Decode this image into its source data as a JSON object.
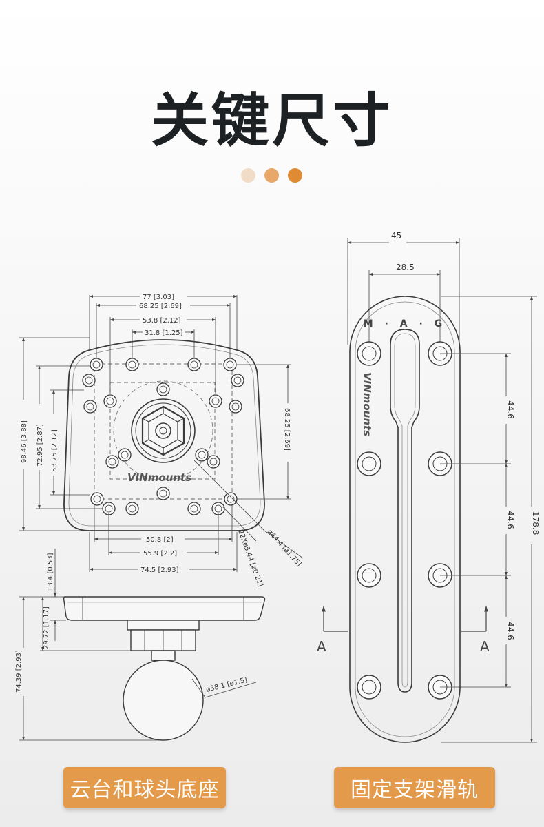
{
  "title": "关键尺寸",
  "dots": [
    {
      "color": "#f1dcc8"
    },
    {
      "color": "#e8a86a"
    },
    {
      "color": "#de8b33"
    }
  ],
  "left_drawing": {
    "dims": {
      "w77": "77 [3.03]",
      "w68": "68.25 [2.69]",
      "w53": "53.8 [2.12]",
      "w31": "31.8 [1.25]",
      "h98": "98.46 [3.88]",
      "h72": "72.95 [2.87]",
      "h53": "53.75 [2.12]",
      "h68": "68.25 [2.69]",
      "w50": "50.8 [2]",
      "w55": "55.9 [2.2]",
      "w74": "74.5 [2.93]",
      "d44": "ø44.4 [ø1.75]",
      "d22": "22Xø5.44 [ø0.21]",
      "h13": "13.4 [0.53]",
      "h29": "29.72 [1.17]",
      "h74": "74.39 [2.93]",
      "d38": "ø38.1 [ø1.5]"
    },
    "logo": "VINmounts"
  },
  "right_drawing": {
    "dims": {
      "w45": "45",
      "w28": "28.5",
      "p1": "44.6",
      "p2": "44.6",
      "p3": "44.6",
      "total": "178.8",
      "sec_left": "A",
      "sec_right": "A"
    },
    "top_text": "M · A · G",
    "logo": "VINmounts"
  },
  "labels": {
    "left": "云台和球头底座",
    "right": "固定支架滑轨"
  },
  "accent": "#e39a4a"
}
